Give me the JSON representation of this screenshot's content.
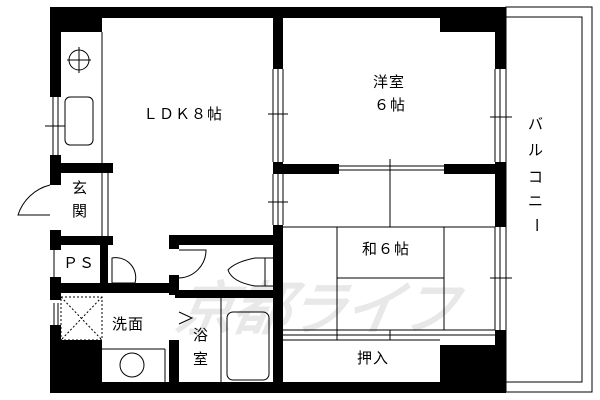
{
  "floor_plan": {
    "rooms": {
      "ldk": "ＬＤＫ８帖",
      "western_room_line1": "洋室",
      "western_room_line2": "６帖",
      "japanese_room": "和６帖",
      "closet": "押入",
      "entrance_line1": "玄",
      "entrance_line2": "関",
      "pipe_space": "ＰＳ",
      "washroom": "洗面",
      "bath_line1": "浴",
      "bath_line2": "室",
      "balcony_chars": [
        "バ",
        "ル",
        "コ",
        "ニ",
        "ー"
      ]
    },
    "watermark": "京都ライフ",
    "colors": {
      "wall": "#000000",
      "background": "#ffffff",
      "watermark": "#e8e8e8"
    }
  }
}
